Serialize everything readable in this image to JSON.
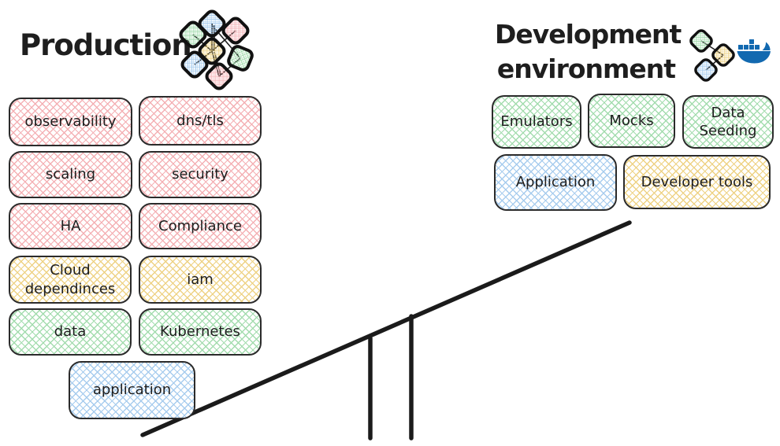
{
  "ink": "#1e1e1e",
  "palette": {
    "red": "#f4b0b4",
    "yellow": "#eed284",
    "green": "#a3dcae",
    "blue": "#a7ccee",
    "docker_blue": "#1269b0"
  },
  "production": {
    "title": "Production",
    "cluster_icon": "kubernetes-nodes-cluster-icon",
    "boxes": [
      {
        "label": "observability",
        "color": "red"
      },
      {
        "label": "dns/tls",
        "color": "red"
      },
      {
        "label": "scaling",
        "color": "red"
      },
      {
        "label": "security",
        "color": "red"
      },
      {
        "label": "HA",
        "color": "red"
      },
      {
        "label": "Compliance",
        "color": "red"
      },
      {
        "label": "Cloud dependinces",
        "color": "yellow"
      },
      {
        "label": "iam",
        "color": "yellow"
      },
      {
        "label": "data",
        "color": "green"
      },
      {
        "label": "Kubernetes",
        "color": "green"
      },
      {
        "label": "application",
        "color": "blue"
      }
    ]
  },
  "development": {
    "title": "Development environment",
    "title_lines": [
      "Development",
      "environment"
    ],
    "cluster_icon": "kubernetes-nodes-cluster-icon",
    "docker_icon": "docker-whale-icon",
    "boxes": [
      {
        "label": "Emulators",
        "color": "green"
      },
      {
        "label": "Mocks",
        "color": "green"
      },
      {
        "label": "Data Seeding",
        "color": "green"
      },
      {
        "label": "Application",
        "color": "blue"
      },
      {
        "label": "Developer tools",
        "color": "yellow"
      }
    ]
  },
  "seesaw": {
    "description": "tilted balance plank, low on production side, high on development side"
  }
}
